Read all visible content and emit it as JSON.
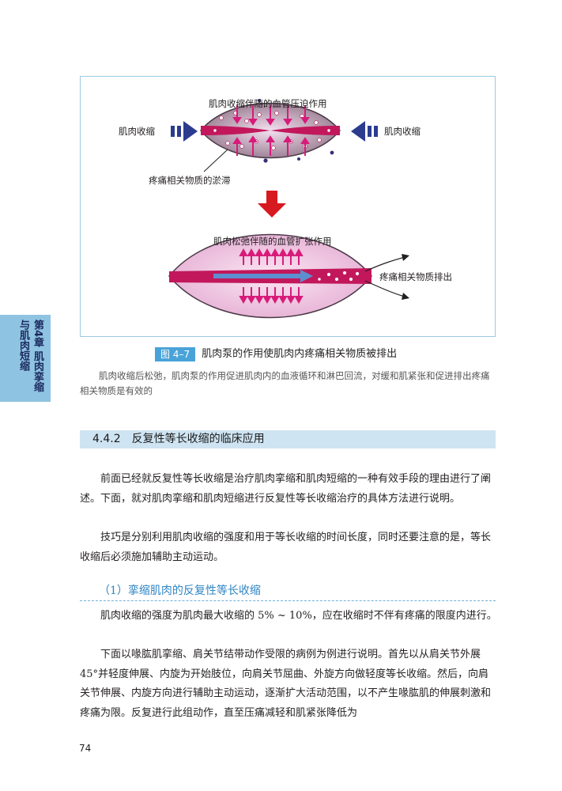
{
  "side_tab": {
    "line1": "第4章 肌肉挛缩",
    "line2": "与肌肉短缩"
  },
  "figure": {
    "top_title": "肌肉收缩伴随的血管压迫作用",
    "left_label": "肌肉收缩",
    "right_label": "肌肉收缩",
    "stagnation_label": "疼痛相关物质的淤滞",
    "bottom_title": "肌肉松弛伴随的血管扩张作用",
    "discharge_label": "疼痛相关物质排出",
    "colors": {
      "muscle": "#ead0e6",
      "vessel": "#c2185b",
      "arrow_blue": "#2b3c8f",
      "arrow_red": "#d71920",
      "arrow_magenta": "#d81b7a"
    }
  },
  "caption": {
    "number": "图 4–7",
    "title": "肌肉泵的作用使肌肉内疼痛相关物质被排出"
  },
  "caption_note": "肌肉收缩后松弛，肌肉泵的作用促进肌肉内的血液循环和淋巴回流，对缓和肌紧张和促进排出疼痛相关物质是有效的",
  "section": {
    "title": "4.4.2　反复性等长收缩的临床应用"
  },
  "paragraphs": [
    "前面已经就反复性等长收缩是治疗肌肉挛缩和肌肉短缩的一种有效手段的理由进行了阐述。下面，就对肌肉挛缩和肌肉短缩进行反复性等长收缩治疗的具体方法进行说明。",
    "技巧是分别利用肌肉收缩的强度和用于等长收缩的时间长度，同时还要注意的是，等长收缩后必须施加辅助主动运动。"
  ],
  "subsection": {
    "title": "（1）挛缩肌肉的反复性等长收缩"
  },
  "paragraphs2": [
    "肌肉收缩的强度为肌肉最大收缩的 5% ~ 10%，应在收缩时不伴有疼痛的限度内进行。",
    "下面以喙肱肌挛缩、肩关节结带动作受限的病例为例进行说明。首先以从肩关节外展 45°并轻度伸展、内旋为开始肢位，向肩关节屈曲、外旋方向做轻度等长收缩。然后，向肩关节伸展、内旋方向进行辅助主动运动，逐渐扩大活动范围，以不产生喙肱肌的伸展刺激和疼痛为限。反复进行此组动作，直至压痛减轻和肌紧张降低为"
  ],
  "page_number": "74"
}
